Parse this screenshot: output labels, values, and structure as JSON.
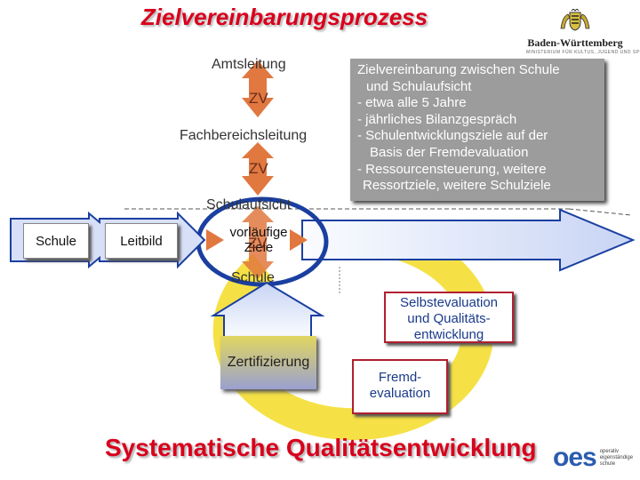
{
  "title": "Zielvereinbarungsprozess",
  "logo": {
    "name": "Baden-Württemberg",
    "subtitle": "MINISTERIUM FÜR KULTUS, JUGEND UND SPORT"
  },
  "hierarchy": {
    "amtsleitung": "Amtsleitung",
    "zv1": "ZV",
    "fachbereichsleitung": "Fachbereichsleitung",
    "zv2": "ZV",
    "schulaufsicht": "Schulaufsicht"
  },
  "flow": {
    "schule_box": "Schule",
    "leitbild_box": "Leitbild",
    "vorlaeufige_line1": "vorläufige",
    "vorlaeufige_line2": "Ziele",
    "zv3": "ZV",
    "schule_label": "Schule"
  },
  "info_box": {
    "lines": [
      "Zielvereinbarung zwischen Schule",
      "und Schulaufsicht",
      "- etwa alle 5 Jahre",
      "- jährliches Bilanzgespräch",
      "- Schulentwicklungsziele auf der",
      "  Basis der Fremdevaluation",
      "- Ressourcensteuerung, weitere",
      "  Ressortziele, weitere Schulziele"
    ]
  },
  "cycle": {
    "selbstevaluation": [
      "Selbstevaluation",
      "und Qualitäts-",
      "entwicklung"
    ],
    "zertifizierung": "Zertifizierung",
    "fremdevaluation": [
      "Fremd-",
      "evaluation"
    ]
  },
  "bottom_title": "Systematische Qualitätsentwicklung",
  "oes_logo": {
    "text": "oes",
    "small": [
      "operativ",
      "eigenständige",
      "schule"
    ]
  },
  "colors": {
    "title_red": "#d8001c",
    "arrow_orange": "#e07840",
    "circle_blue": "#1a3fa0",
    "ring_yellow": "#f4df3c",
    "info_grey": "#9c9c9c"
  }
}
